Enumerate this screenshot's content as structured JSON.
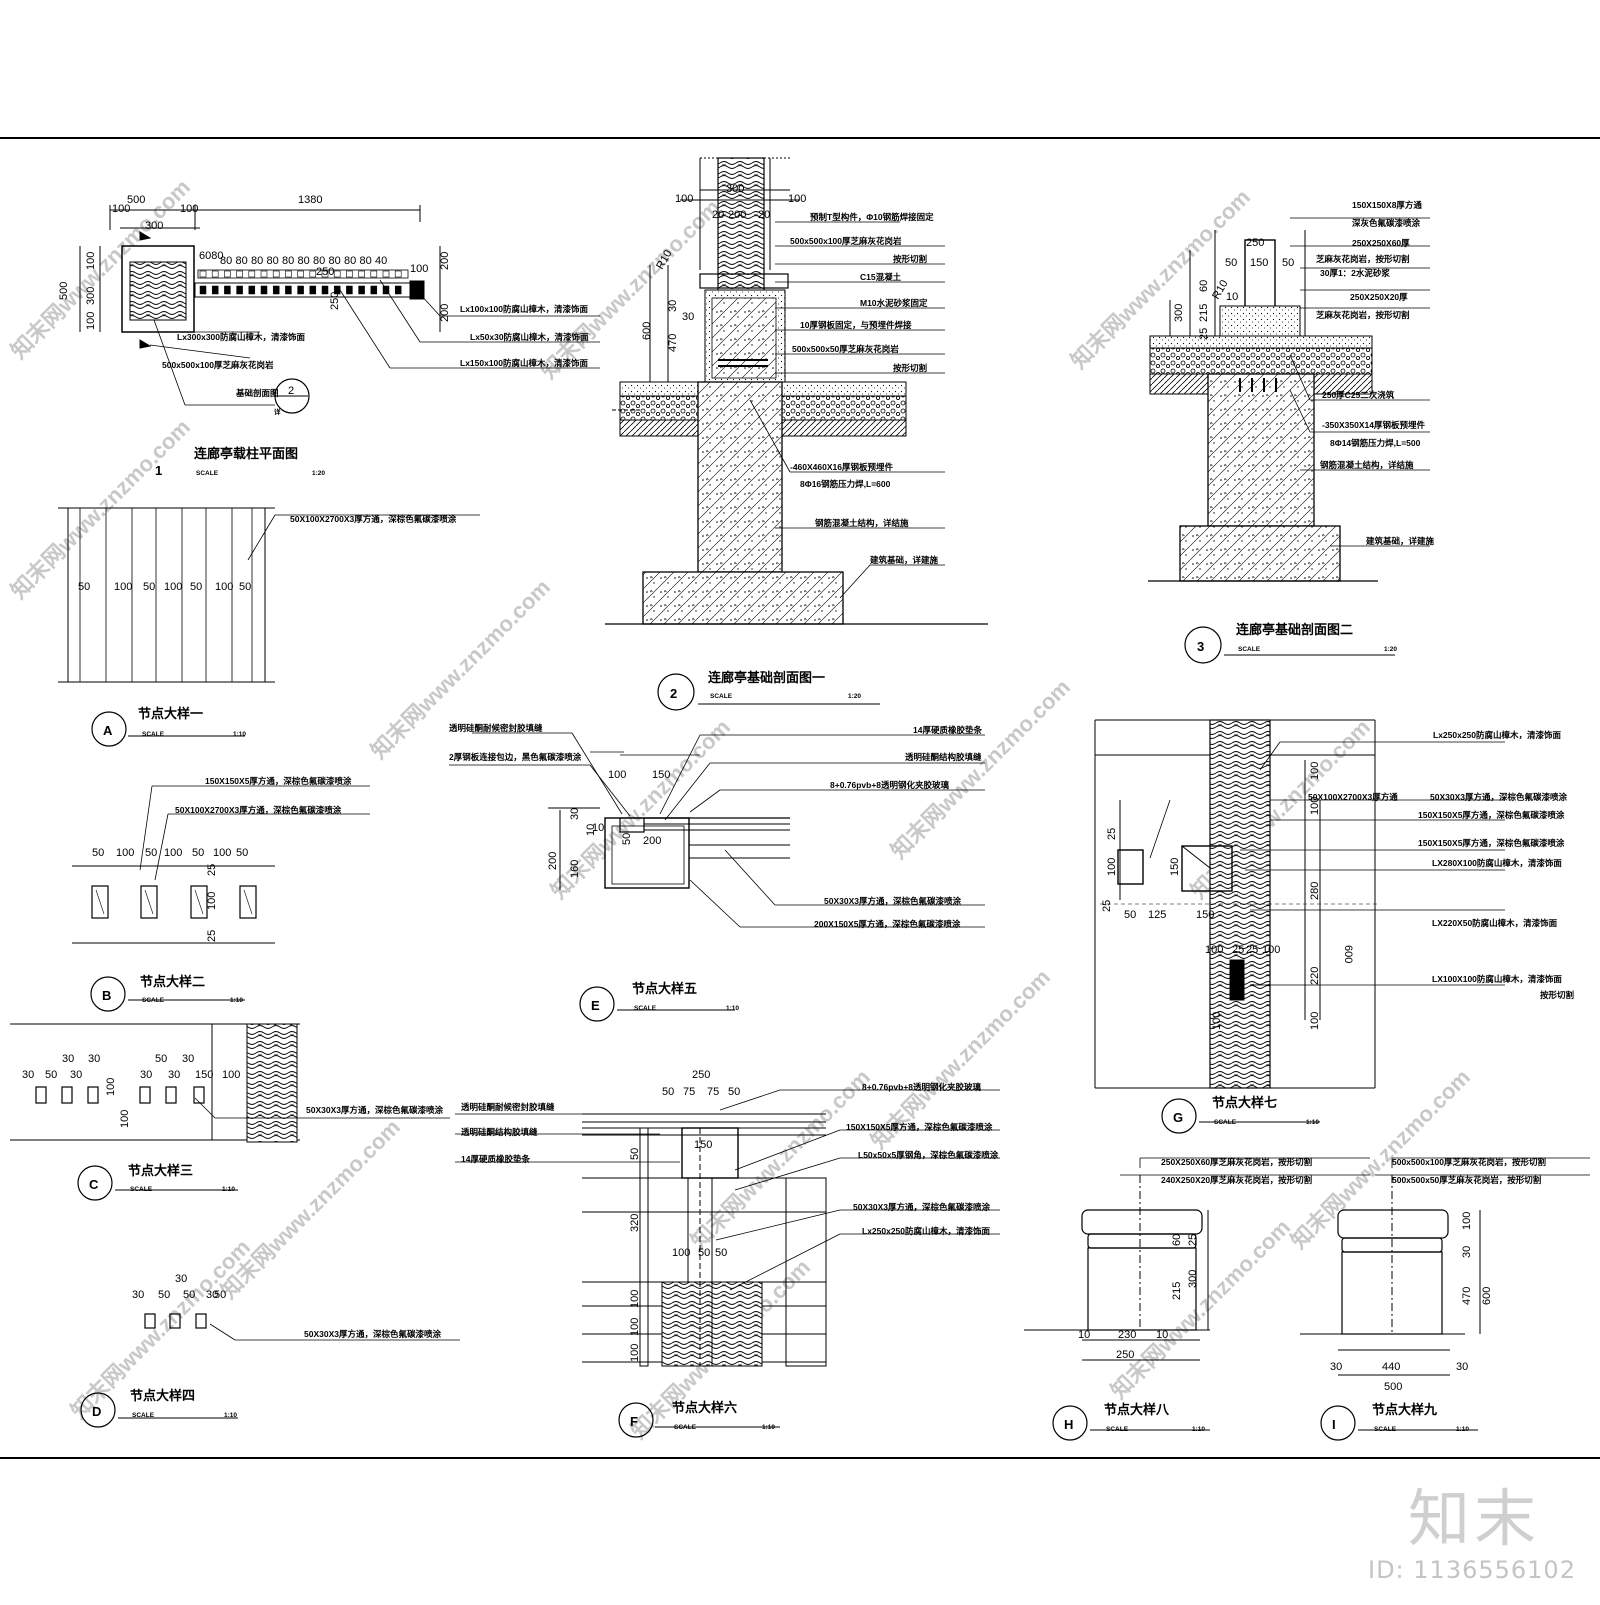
{
  "sheet": {
    "watermark": "知末网www.znzmo.com",
    "brand": "知末",
    "id_label": "ID: 1136556102"
  },
  "titles": [
    {
      "num": "1",
      "title": "连廊亭载柱平面图",
      "scale_word": "SCALE",
      "scale": "1:20"
    },
    {
      "num": "2",
      "title": "连廊亭基础剖面图一",
      "scale_word": "SCALE",
      "scale": "1:20"
    },
    {
      "num": "3",
      "title": "连廊亭基础剖面图二",
      "scale_word": "SCALE",
      "scale": "1:20"
    },
    {
      "num": "A",
      "title": "节点大样一",
      "scale_word": "SCALE",
      "scale": "1:10"
    },
    {
      "num": "B",
      "title": "节点大样二",
      "scale_word": "SCALE",
      "scale": "1:10"
    },
    {
      "num": "C",
      "title": "节点大样三",
      "scale_word": "SCALE",
      "scale": "1:10"
    },
    {
      "num": "D",
      "title": "节点大样四",
      "scale_word": "SCALE",
      "scale": "1:10"
    },
    {
      "num": "E",
      "title": "节点大样五",
      "scale_word": "SCALE",
      "scale": "1:10"
    },
    {
      "num": "F",
      "title": "节点大样六",
      "scale_word": "SCALE",
      "scale": "1:10"
    },
    {
      "num": "G",
      "title": "节点大样七",
      "scale_word": "SCALE",
      "scale": "1:10"
    },
    {
      "num": "H",
      "title": "节点大样八",
      "scale_word": "SCALE",
      "scale": "1:10"
    },
    {
      "num": "I",
      "title": "节点大样九",
      "scale_word": "SCALE",
      "scale": "1:10"
    }
  ],
  "plan1": {
    "dims_top": [
      "500",
      "1380",
      "100",
      "300",
      "100"
    ],
    "dims_row": [
      "6080",
      "80",
      "80",
      "80",
      "80",
      "80",
      "80",
      "80",
      "80",
      "80",
      "80",
      "40"
    ],
    "dims_row2": [
      "100",
      "100",
      "250"
    ],
    "dims_left": [
      "500",
      "100",
      "300",
      "100"
    ],
    "dims_right": [
      "200",
      "200"
    ],
    "notes": [
      "Lx100x100防腐山樟木，清漆饰面",
      "Lx50x30防腐山樟木，清漆饰面",
      "Lx150x100防腐山樟木，清漆饰面",
      "Lx300x300防腐山樟木，清漆饰面",
      "500x500x100厚芝麻灰花岗岩"
    ],
    "section_ref": "基础剖面图",
    "section_num": "2",
    "section_sheet": "详"
  },
  "section2": {
    "dims_top": [
      "100",
      "300",
      "100",
      "20",
      "200",
      "20"
    ],
    "dims_left": [
      "R10",
      "30",
      "600",
      "470",
      "30"
    ],
    "notes": [
      "预制T型构件，Φ10钢筋焊接固定",
      "500x500x100厚芝麻灰花岗岩",
      "按形切割",
      "C15混凝土",
      "M10水泥砂浆固定",
      "10厚钢板固定，与预埋件焊接",
      "500x500x50厚芝麻灰花岗岩",
      "按形切割",
      "-460X460X16厚钢板预埋件",
      "8Φ16钢筋压力焊,L=600",
      "钢筋混凝土结构，详结施",
      "建筑基础，详建施"
    ]
  },
  "section3": {
    "dims_top": [
      "250",
      "50",
      "150",
      "50"
    ],
    "dims_left": [
      "R10",
      "60",
      "215",
      "25",
      "300",
      "10"
    ],
    "notes": [
      "150X150X8厚方通",
      "深灰色氟碳漆喷涂",
      "250X250X60厚",
      "芝麻灰花岗岩，按形切割",
      "30厚1：2水泥砂浆",
      "250X250X20厚",
      "芝麻灰花岗岩，按形切割",
      "250厚C25二次浇筑",
      "-350X350X14厚钢板预埋件",
      "8Φ14钢筋压力焊,L=500",
      "钢筋混凝土结构，详结施",
      "建筑基础，详建施"
    ]
  },
  "detailA": {
    "dims": [
      "50",
      "100",
      "50",
      "100",
      "50",
      "100",
      "50"
    ],
    "note": "50X100X2700X3厚方通，深棕色氟碳漆喷涂"
  },
  "detailB": {
    "dims": [
      "50",
      "100",
      "50",
      "100",
      "50",
      "100",
      "50"
    ],
    "dims_v": [
      "25",
      "100",
      "25"
    ],
    "notes": [
      "150X150X5厚方通，深棕色氟碳漆喷涂",
      "50X100X2700X3厚方通，深棕色氟碳漆喷涂"
    ]
  },
  "detailC": {
    "dims": [
      "30",
      "30",
      "30",
      "50",
      "30",
      "50",
      "30",
      "30",
      "30",
      "150",
      "100",
      "100"
    ],
    "note": "50X30X3厚方通，深棕色氟碳漆喷涂"
  },
  "detailD": {
    "dims": [
      "30",
      "50",
      "30",
      "50",
      "30",
      "50"
    ],
    "note": "50X30X3厚方通，深棕色氟碳漆喷涂"
  },
  "detailE": {
    "dims": [
      "100",
      "150",
      "200",
      "160",
      "30",
      "10",
      "10",
      "50",
      "200"
    ],
    "notes": [
      "透明硅酮耐候密封胶填缝",
      "14厚硬质橡胶垫条",
      "2厚钢板连接包边，黑色氟碳漆喷涂",
      "透明硅酮结构胶填缝",
      "8+0.76pvb+8透明钢化夹胶玻璃",
      "50X30X3厚方通，深棕色氟碳漆喷涂",
      "200X150X5厚方通，深棕色氟碳漆喷涂"
    ]
  },
  "detailF": {
    "dims": [
      "250",
      "50",
      "75",
      "75",
      "50",
      "150",
      "50",
      "320",
      "100",
      "50",
      "100",
      "100",
      "50",
      "100"
    ],
    "notes": [
      "透明硅酮耐候密封胶填缝",
      "8+0.76pvb+8透明钢化夹胶玻璃",
      "透明硅酮结构胶填缝",
      "150X150X5厚方通，深棕色氟碳漆喷涂",
      "14厚硬质橡胶垫条",
      "L50x50x5厚钢角，深棕色氟碳漆喷涂",
      "50X30X3厚方通，深棕色氟碳漆喷涂",
      "Lx250x250防腐山樟木，清漆饰面"
    ]
  },
  "detailG": {
    "dims": [
      "25",
      "100",
      "25",
      "150",
      "50",
      "125",
      "150",
      "100",
      "25",
      "25",
      "100",
      "100",
      "100",
      "280",
      "220",
      "100",
      "600",
      "100"
    ],
    "notes": [
      "Lx250x250防腐山樟木，清漆饰面",
      "50X100X2700X3厚方通",
      "50X30X3厚方通，深棕色氟碳漆喷涂",
      "150X150X5厚方通，深棕色氟碳漆喷涂",
      "150X150X5厚方通，深棕色氟碳漆喷涂",
      "LX280X100防腐山樟木，清漆饰面",
      "LX220X50防腐山樟木，清漆饰面",
      "LX100X100防腐山樟木，清漆饰面",
      "按形切割"
    ]
  },
  "detailH": {
    "dims": [
      "10",
      "230",
      "10",
      "250",
      "60",
      "25",
      "215",
      "300"
    ],
    "notes": [
      "250X250X60厚芝麻灰花岗岩，按形切割",
      "240X250X20厚芝麻灰花岗岩，按形切割"
    ]
  },
  "detailI": {
    "dims": [
      "30",
      "440",
      "30",
      "500",
      "100",
      "30",
      "470",
      "600"
    ],
    "notes": [
      "500x500x100厚芝麻灰花岗岩，按形切割",
      "500x500x50厚芝麻灰花岗岩，按形切割"
    ]
  }
}
